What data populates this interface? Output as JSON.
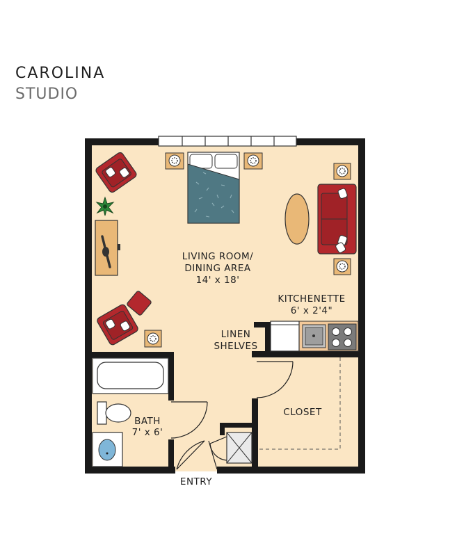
{
  "header": {
    "title": "CAROLINA",
    "subtitle": "STUDIO"
  },
  "rooms": {
    "living": {
      "line1": "LIVING ROOM/",
      "line2": "DINING AREA",
      "size": "14' x 18'"
    },
    "kitchenette": {
      "name": "KITCHENETTE",
      "size": "6' x 2'4\""
    },
    "linen": {
      "line1": "LINEN",
      "line2": "SHELVES"
    },
    "closet": {
      "name": "CLOSET"
    },
    "bath": {
      "name": "BATH",
      "size": "7' x 6'"
    },
    "entry": {
      "name": "ENTRY"
    }
  },
  "colors": {
    "floor": "#fbe6c4",
    "wall": "#1a1a1a",
    "sofa": "#b3282d",
    "bed_cover": "#4f7883",
    "table": "#e9b877",
    "plant": "#2e8b3a"
  }
}
